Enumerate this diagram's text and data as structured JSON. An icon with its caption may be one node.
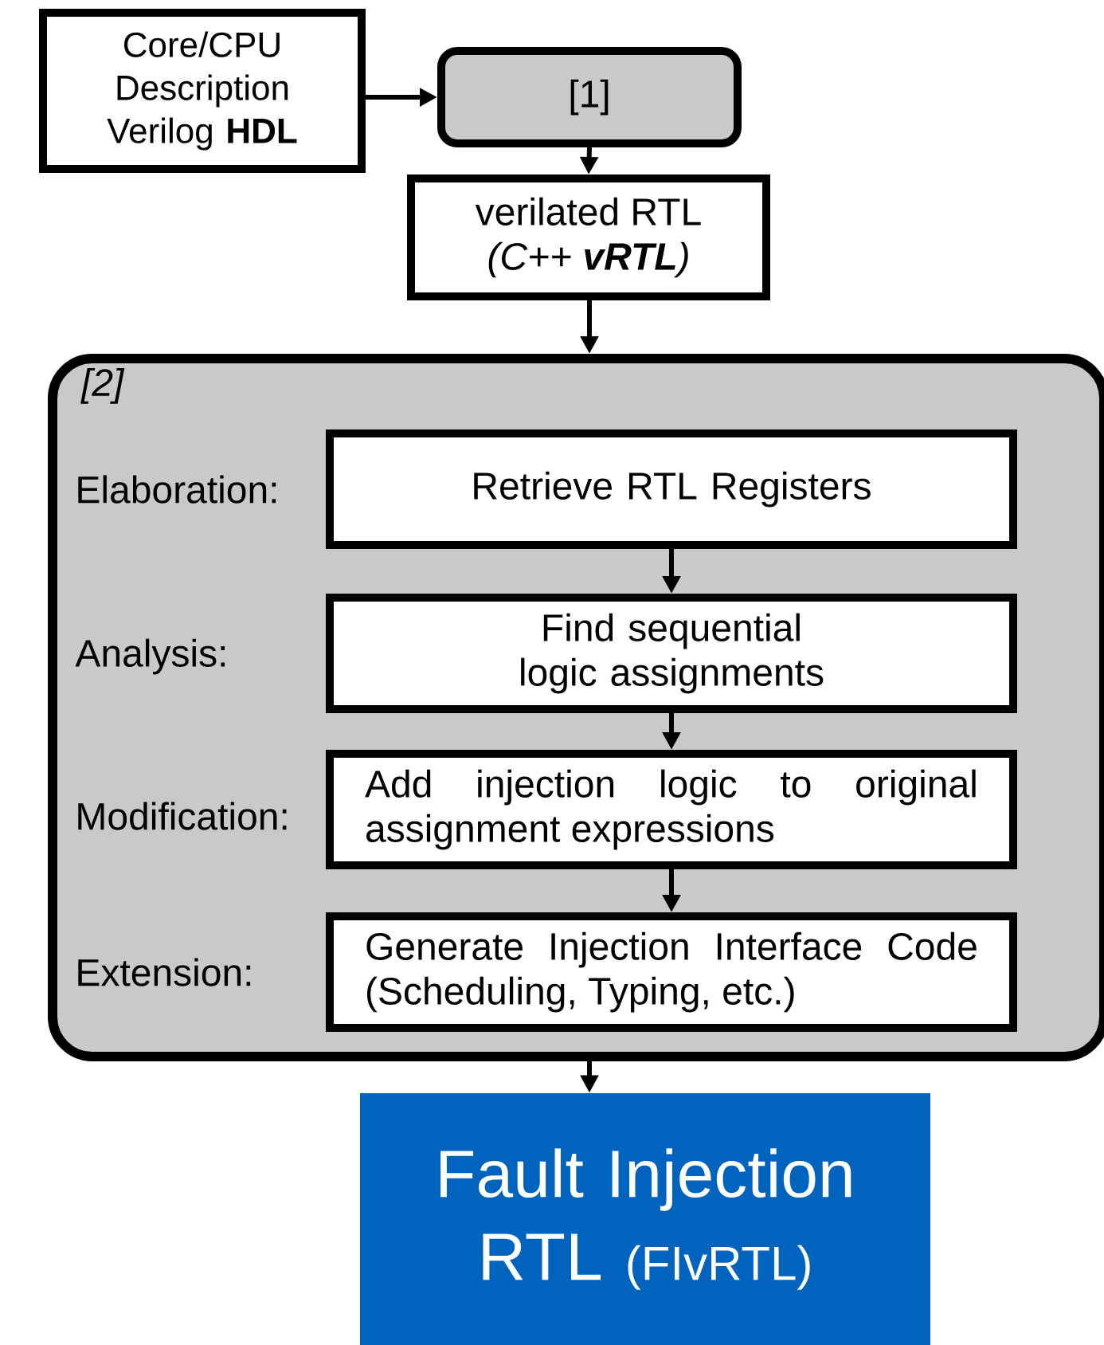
{
  "diagram": {
    "nodes": [
      {
        "text": [
          "Core/CPU Description Verilog **HDL**"
        ]
      },
      {
        "text": [
          "[1]"
        ]
      },
      {
        "text": [
          "verilated RTL",
          "(C++ **vRTL**)"
        ]
      },
      {
        "text": [
          "[2]"
        ]
      },
      {
        "text": [
          "Retrieve RTL Registers"
        ],
        "in": 3
      },
      {
        "text": [
          "Find sequential logic assignments"
        ],
        "in": 3
      },
      {
        "text": [
          "Add injection logic to original assignment expressions"
        ],
        "in": 3
      },
      {
        "text": [
          "Generate Injection Interface Code (Scheduling, Typing, etc.)"
        ],
        "in": 3
      },
      {
        "text": [
          "Fault Injection RTL",
          "(FIvRTL)"
        ]
      }
    ],
    "edges": [
      {
        "from": 0,
        "to": 1,
        "arrow": "to"
      },
      {
        "from": 1,
        "to": 2,
        "arrow": "to"
      },
      {
        "from": 2,
        "to": 3,
        "arrow": "to"
      },
      {
        "from": 4,
        "to": 5,
        "arrow": "to"
      },
      {
        "from": 5,
        "to": 6,
        "arrow": "to"
      },
      {
        "from": 6,
        "to": 7,
        "arrow": "to"
      },
      {
        "from": 3,
        "to": 8,
        "arrow": "to"
      }
    ],
    "labels": [
      "Elaboration:",
      "Analysis:",
      "Modification:",
      "Extension:"
    ]
  }
}
